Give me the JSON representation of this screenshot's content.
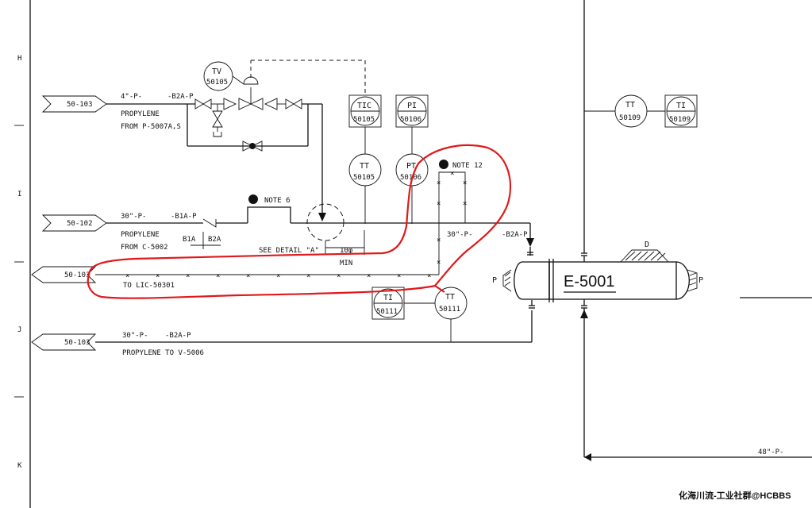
{
  "border": {
    "zones": [
      "H",
      "I",
      "J",
      "K"
    ]
  },
  "off_page_connectors": [
    {
      "id": "opc-1",
      "ref": "50-103",
      "line": "4\"-P-",
      "spec": "-B2A-P",
      "fluid": "PROPYLENE",
      "from": "FROM P-5007A,S"
    },
    {
      "id": "opc-2",
      "ref": "50-102",
      "line": "30\"-P-",
      "spec": "-B1A-P",
      "fluid": "PROPYLENE",
      "from": "FROM C-5002"
    },
    {
      "id": "opc-3",
      "ref": "50-103",
      "to": "TO LIC-50301"
    },
    {
      "id": "opc-4",
      "ref": "50-103",
      "line": "30\"-P-",
      "spec": "-B2A-P",
      "to": "PROPYLENE TO V-5006"
    }
  ],
  "instruments": {
    "tv": {
      "tag": "TV",
      "num": "50105"
    },
    "tic": {
      "tag": "TIC",
      "num": "50105"
    },
    "pi": {
      "tag": "PI",
      "num": "50106"
    },
    "tt1": {
      "tag": "TT",
      "num": "50105"
    },
    "pt": {
      "tag": "PT",
      "num": "50106"
    },
    "tt109": {
      "tag": "TT",
      "num": "50109"
    },
    "ti109": {
      "tag": "TI",
      "num": "50109"
    },
    "ti111": {
      "tag": "TI",
      "num": "50111"
    },
    "tt111": {
      "tag": "TT",
      "num": "50111"
    }
  },
  "notes": {
    "note6": "NOTE 6",
    "note12": "NOTE 12"
  },
  "labels": {
    "spec_break_left": "B1A",
    "spec_break_right": "B2A",
    "detail": "SEE DETAIL \"A\"",
    "min_dia": "10φ",
    "min": "MIN",
    "main_line": "30\"-P-",
    "main_spec": "-B2A-P",
    "bottom_line": "48\"-P-"
  },
  "equipment": {
    "tag": "E-5001",
    "nozzle_top": "D",
    "nozzle_left": "P",
    "nozzle_right": "P"
  },
  "watermark": "化海川流-工业社群@HCBBS",
  "colors": {
    "line": "#111111",
    "markup": "#e0191b",
    "background": "#ffffff"
  }
}
